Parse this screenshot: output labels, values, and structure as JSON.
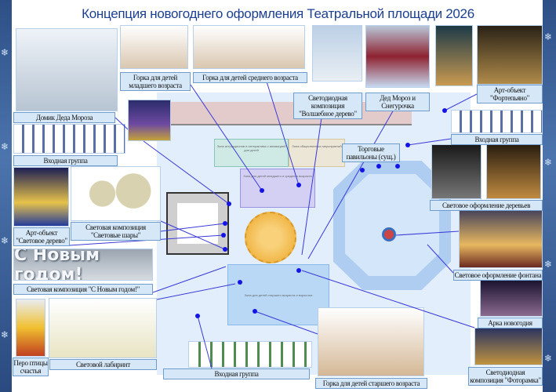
{
  "title": "Концепция новогоднего оформления Театральной площади 2026",
  "labels": {
    "ded_moroz_house": "Домик Деда Мороза",
    "entrance_top_left": "Входная группа",
    "slide_young": "Горка для детей младшего возраста",
    "slide_middle": "Горка для детей среднего возраста",
    "magic_tree": "Светодиодная композиция \"Волшебное дерево\"",
    "ded_moroz_snegurochka": "Дед Мороз и Снегурочка",
    "piano": "Арт-объект \"Фортепьяно\"",
    "entrance_right": "Входная группа",
    "trade_pavilions": "Торговые павильоны (сущ.)",
    "tree_lighting": "Световое оформление деревьев",
    "fountain_lighting": "Световое оформление фонтана",
    "new_year_arch": "Арка новогодия",
    "photo_frame": "Светодиодная композиция \"Фоторамка\"",
    "light_tree": "Арт-объект \"Световое дерево\"",
    "light_balls": "Световая композиция \"Световые шары\"",
    "happy_new_year_comp": "Световая композиция \"С Новым годом!\"",
    "firebird_feather": "Перо птицы счастья",
    "light_maze": "Световой лабиринт",
    "entrance_bottom": "Входная группа",
    "slide_older": "Горка для детей старшего возраста"
  },
  "banner_text": "С Новым годом!",
  "zones": {
    "attractions": "Зона аттракционов и интерактива с анимацией для детей",
    "public_events": "Зона общественных мероприятий",
    "young_middle": "Зона для детей младшего и среднего возраста",
    "older_adults": "Зона для детей старшего возраста и взрослых"
  },
  "colors": {
    "title": "#1d3f8f",
    "label_bg": "#d6e8f8",
    "pointer": "#1a1aff",
    "border": "#2d4f86"
  }
}
